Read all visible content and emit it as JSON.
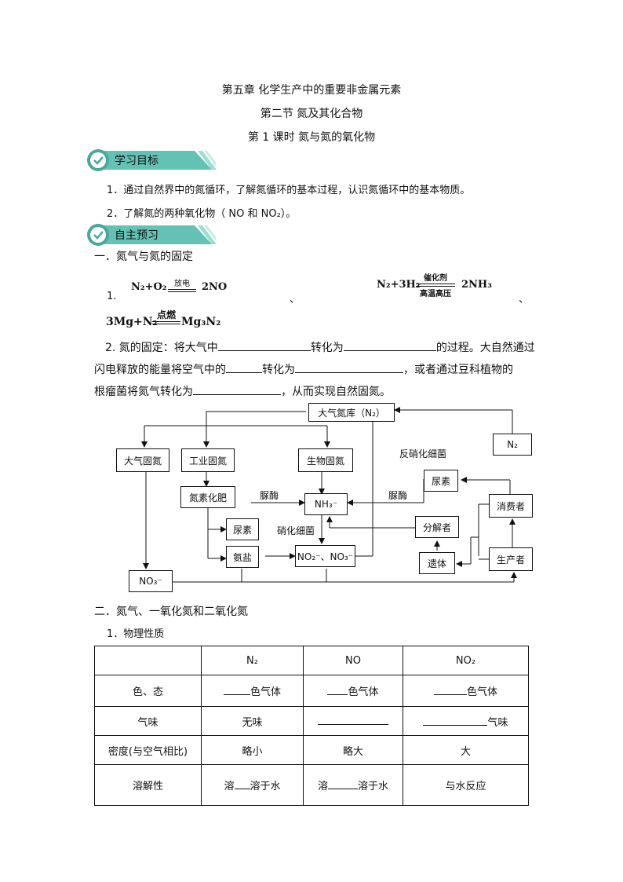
{
  "header": {
    "chapter": "第五章  化学生产中的重要非金属元素",
    "section": "第二节  氮及其化合物",
    "lesson": "第 1 课时  氮与氮的氧化物"
  },
  "banners": {
    "goals": "学习目标",
    "preview": "自主预习"
  },
  "goals": [
    "1．通过自然界中的氮循环，了解氮循环的基本过程，认识氮循环中的基本物质。",
    "2．了解氮的两种氧化物（ NO 和 NO₂）。"
  ],
  "part1": {
    "title": "一．氮气与氮的固定",
    "item1_num": "1.",
    "eq1": {
      "left": "N₂+O₂",
      "cond": "放电",
      "right": "2NO"
    },
    "sep": "、",
    "eq2": {
      "left": "N₂+3H₂",
      "cond_top": "催化剂",
      "cond_bottom": "高温高压",
      "right": "2NH₃"
    },
    "eq3": {
      "left": "3Mg+N₂",
      "cond": "点燃",
      "right": "Mg₃N₂"
    },
    "item2": {
      "line1_a": "2. 氮的固定：将大气中",
      "line1_b": "转化为",
      "line1_c": "的过程。大自然通过",
      "line2_a": "闪电释放的能量将空气中的",
      "line2_b": "转化为",
      "line2_c": "，或者通过豆科植物的",
      "line3_a": "根瘤菌将氮气转化为",
      "line3_b": "，从而实现自然固氮。"
    }
  },
  "diagram": {
    "reservoir": "大气氮库（N₂）",
    "atm_fix": "大气固氮",
    "ind_fix": "工业固氮",
    "bio_fix": "生物固氮",
    "fertilizer": "氮素化肥",
    "urea_left": "尿素",
    "ammonium_salt": "氨盐",
    "nh3": "NH₃⁻",
    "no2_no3": "NO₂⁻、NO₃⁻",
    "no3_left": "NO₃⁻",
    "n2_right": "N₂",
    "urea_right": "尿素",
    "consumer": "消费者",
    "decomposer": "分解者",
    "remains": "遗体",
    "producer": "生产者",
    "lbl_urease1": "脲酶",
    "lbl_urease2": "脲酶",
    "lbl_nitrifying": "硝化细菌",
    "lbl_denitrifying": "反硝化细菌"
  },
  "part2": {
    "title": "二．氮气、一氧化氮和二氧化氮",
    "sub1": "1．物理性质"
  },
  "table": {
    "headers": [
      "",
      "N₂",
      "NO",
      "NO₂"
    ],
    "rows": [
      {
        "label": "色、态",
        "c1": "色气体",
        "c2": "色气体",
        "c3": "色气体"
      },
      {
        "label": "气味",
        "c1": "无味",
        "c2": "",
        "c3": "气味"
      },
      {
        "label": "密度(与空气相比)",
        "c1": "略小",
        "c2": "略大",
        "c3": "大"
      },
      {
        "label": "溶解性",
        "c1_pre": "溶",
        "c1": "溶于水",
        "c2_pre": "溶",
        "c2": "溶于水",
        "c3": "与水反应"
      }
    ]
  }
}
